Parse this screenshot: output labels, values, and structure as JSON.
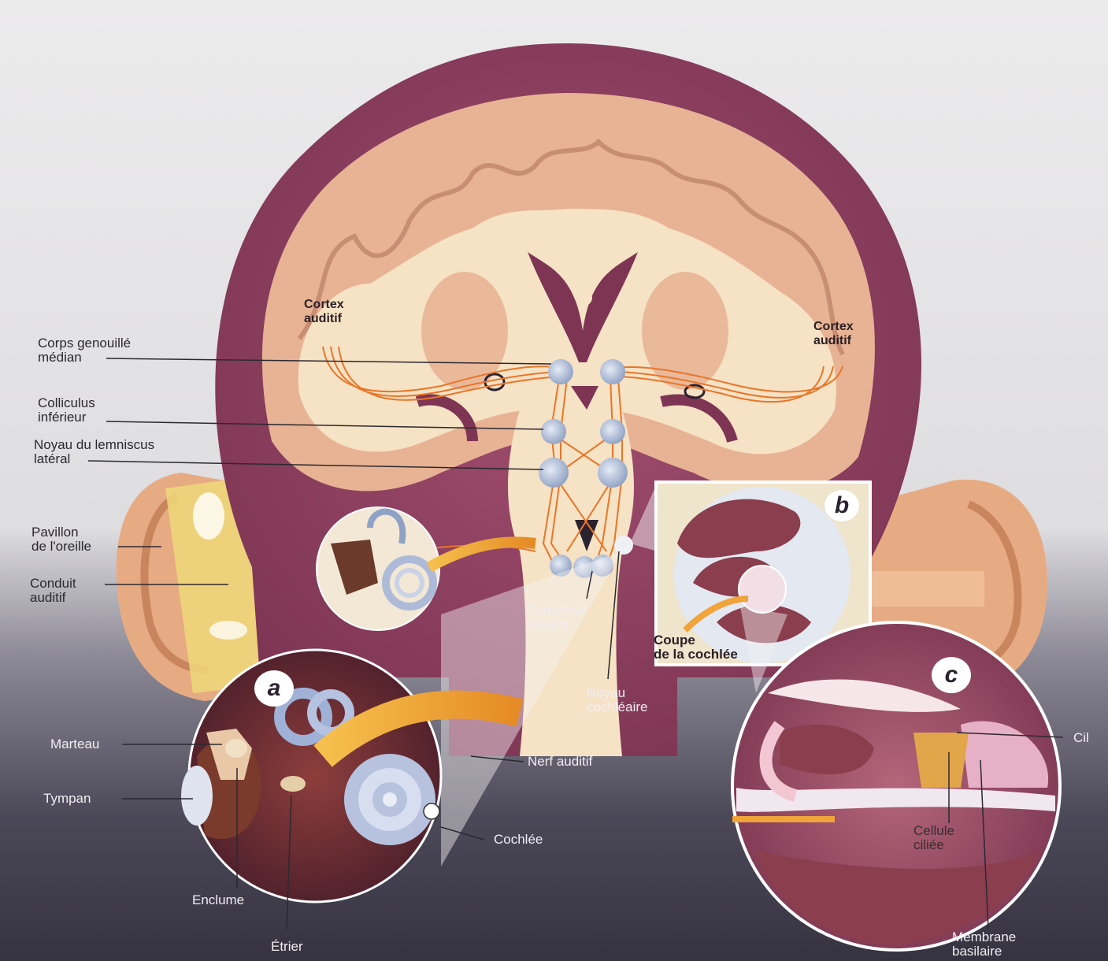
{
  "labels": {
    "cortex_left": "Cortex\nauditif",
    "cortex_right": "Cortex\nauditif",
    "corps_genouille": "Corps genouillé\nmédian",
    "colliculus": "Colliculus\ninférieur",
    "noyau_lemniscus": "Noyau du lemniscus\nlatéral",
    "pavillon": "Pavillon\nde l'oreille",
    "conduit": "Conduit\nauditif",
    "complexe_olivaire": "Complexe\nolivaire",
    "noyau_cochleaire": "Noyau\ncochléaire",
    "coupe_cochlee": "Coupe\nde la cochlée",
    "marteau": "Marteau",
    "tympan": "Tympan",
    "enclume": "Enclume",
    "etrier": "Étrier",
    "nerf_auditif": "Nerf auditif",
    "cochlee": "Cochlée",
    "cil": "Cil",
    "cellule_ciliee": "Cellule\nciliée",
    "membrane_basilaire": "Membrane\nbasilaire"
  },
  "insets": {
    "a": "a",
    "b": "b",
    "c": "c"
  },
  "colors": {
    "background": "#e9e7e8",
    "head_tissue": "#8f3f5f",
    "brain_gray": "#e8b496",
    "brain_white": "#f6e4c6",
    "pathway": "#e8762a",
    "nucleus": "#b9c6de",
    "ear_skin": "#e8b087",
    "nerve": "#f0a43a",
    "cochlea": "#c9d2e6",
    "bottom_dark": "#3d3a4a"
  }
}
